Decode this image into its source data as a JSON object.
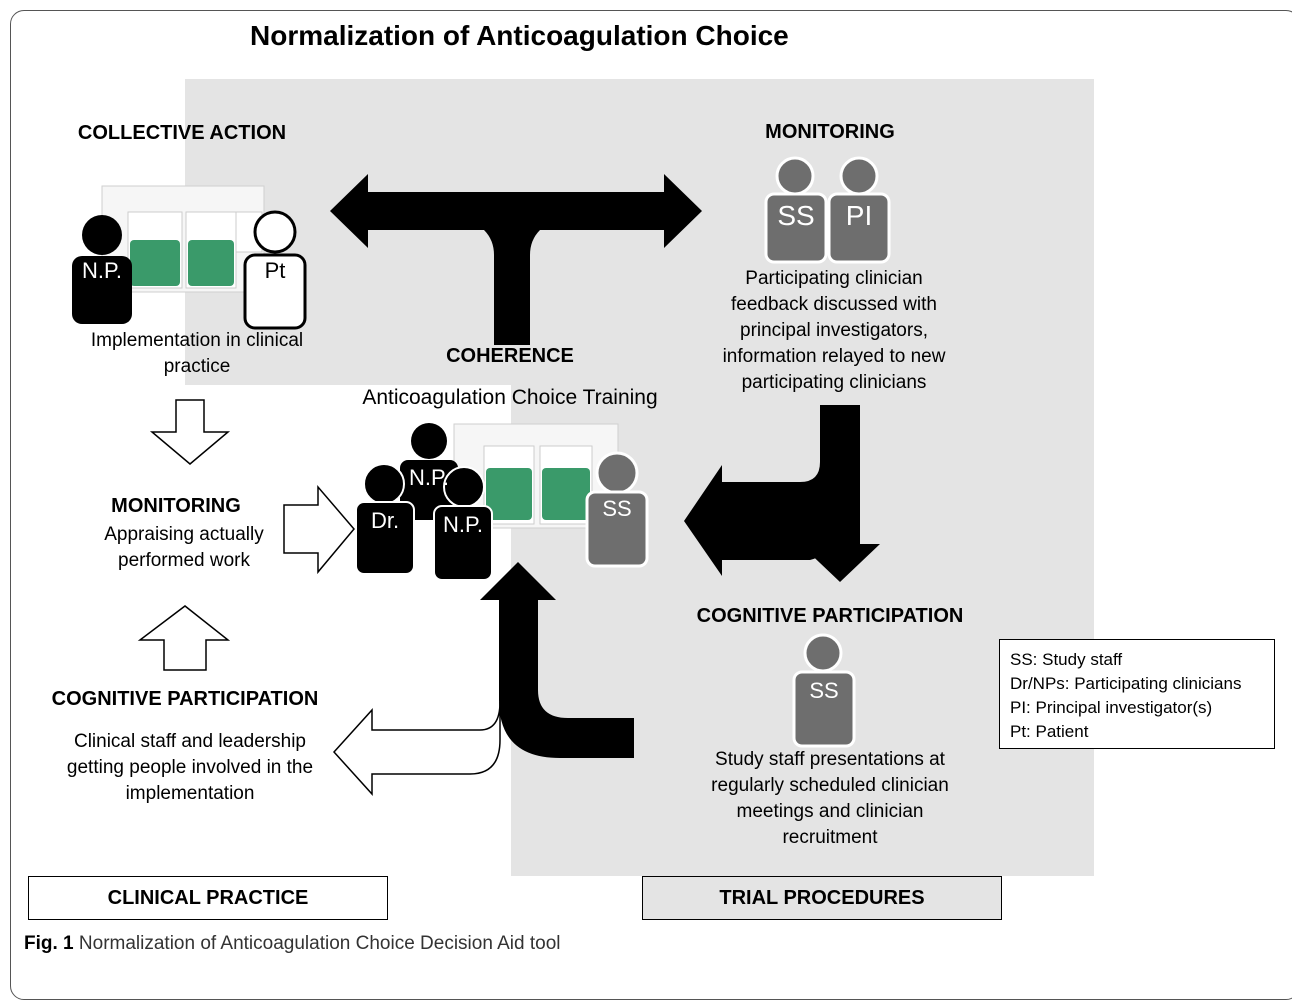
{
  "title": "Normalization of Anticoagulation Choice",
  "clinical": {
    "collective_action": {
      "heading": "COLLECTIVE ACTION",
      "text": "Implementation in clinical practice"
    },
    "monitoring": {
      "heading": "MONITORING",
      "text": "Appraising actually performed work"
    },
    "cognitive_participation": {
      "heading": "COGNITIVE PARTICIPATION",
      "text": "Clinical staff and leadership getting people involved in the implementation"
    }
  },
  "center": {
    "heading": "COHERENCE",
    "text": "Anticoagulation Choice Training"
  },
  "trial": {
    "monitoring": {
      "heading": "MONITORING",
      "text": "Participating clinician feedback discussed with principal investigators, information relayed to new participating clinicians"
    },
    "cognitive_participation": {
      "heading": "COGNITIVE PARTICIPATION",
      "text": "Study staff presentations at regularly scheduled clinician meetings and clinician recruitment"
    }
  },
  "person_labels": {
    "np": "N.P.",
    "pt": "Pt",
    "ss": "SS",
    "pi": "PI",
    "dr": "Dr."
  },
  "legend": [
    "SS: Study staff",
    "Dr/NPs: Participating clinicians",
    "PI: Principal investigator(s)",
    "Pt: Patient"
  ],
  "footer": {
    "clinical_practice": "CLINICAL PRACTICE",
    "trial_procedures": "TRIAL PROCEDURES"
  },
  "caption": {
    "label": "Fig. 1",
    "text": " Normalization of Anticoagulation Choice Decision Aid tool"
  },
  "colors": {
    "shade": "#e4e4e4",
    "person_gray": "#6e6e6e",
    "black": "#000000",
    "dots": "#3a9a6a"
  }
}
